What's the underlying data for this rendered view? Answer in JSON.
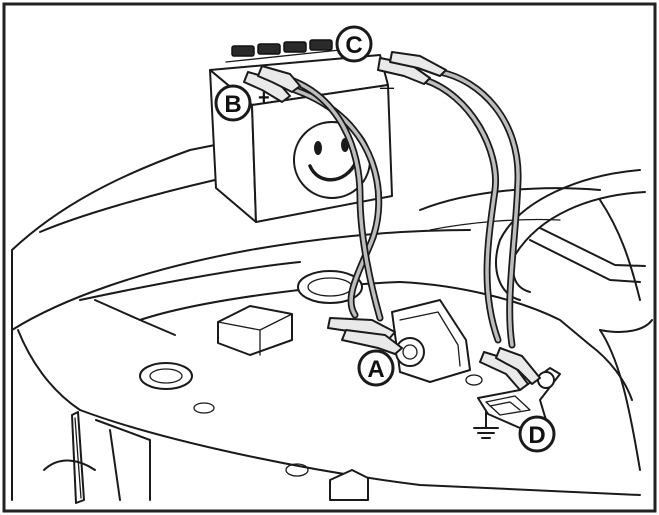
{
  "callouts": {
    "a": "A",
    "b": "B",
    "c": "C",
    "d": "D"
  },
  "battery": {
    "positive_symbol": "+",
    "negative_symbol": "—"
  },
  "ground_symbol_icon": "ground-icon",
  "colors": {
    "line": "#1a1a1a",
    "background": "#ffffff",
    "frame": "#222222"
  }
}
